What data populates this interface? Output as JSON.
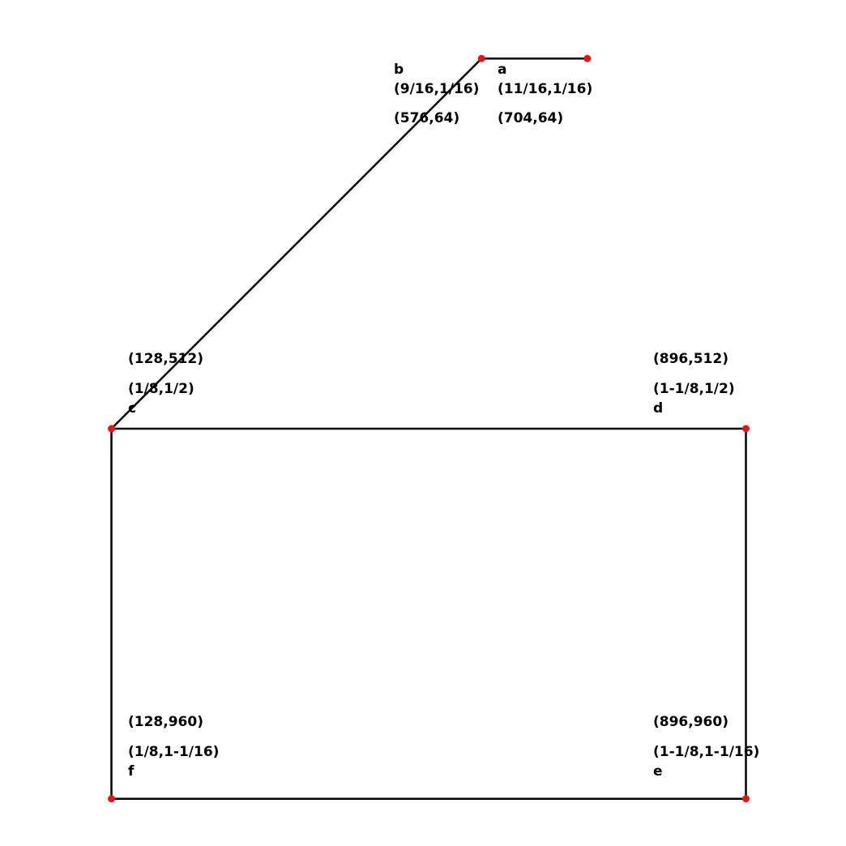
{
  "points": [
    {
      "id": "a",
      "label": "a",
      "fraction": "(11/16,1/16)",
      "coord": "(704,64)"
    },
    {
      "id": "b",
      "label": "b",
      "fraction": "(9/16,1/16)",
      "coord": "(576,64)"
    },
    {
      "id": "c",
      "label": "c",
      "fraction": "(1/8,1/2)",
      "coord": "(128,512)"
    },
    {
      "id": "d",
      "label": "d",
      "fraction": "(1-1/8,1/2)",
      "coord": "(896,512)"
    },
    {
      "id": "e",
      "label": "e",
      "fraction": "(1-1/8,1-1/16)",
      "coord": "(896,960)"
    },
    {
      "id": "f",
      "label": "f",
      "fraction": "(1/8,1-1/16)",
      "coord": "(128,960)"
    }
  ],
  "edges": [
    [
      "a",
      "b"
    ],
    [
      "b",
      "c"
    ],
    [
      "c",
      "d"
    ],
    [
      "d",
      "e"
    ],
    [
      "e",
      "f"
    ],
    [
      "f",
      "c"
    ]
  ],
  "colors": {
    "vertex": "#ee1111",
    "edge": "#000000"
  }
}
